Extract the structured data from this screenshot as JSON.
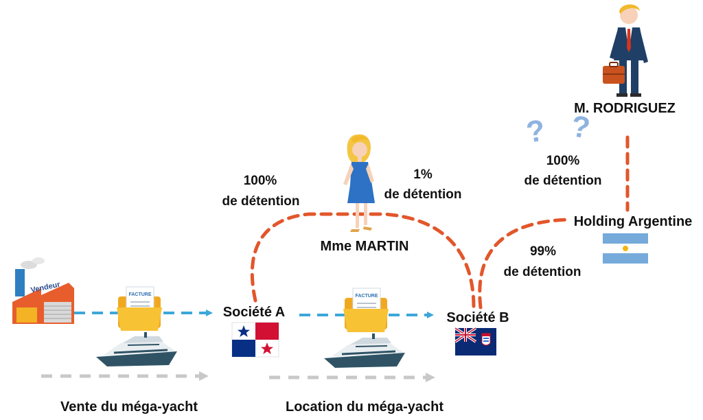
{
  "diagram": {
    "nodes": {
      "vendor": {
        "sign": "Vendeur"
      },
      "company_a": {
        "label": "Société A",
        "flag": "Panama"
      },
      "company_b": {
        "label": "Société B",
        "flag": "Cayman Islands"
      },
      "mme_martin": {
        "label": "Mme MARTIN"
      },
      "m_rodriguez": {
        "label": "M. RODRIGUEZ"
      },
      "holding": {
        "label": "Holding Argentine",
        "flag": "Argentina"
      }
    },
    "ownership": {
      "a_pct": "100%",
      "a_text": "de détention",
      "b_martin_pct": "1%",
      "b_martin_text": "de détention",
      "b_holding_pct": "99%",
      "b_holding_text": "de détention",
      "holding_pct": "100%",
      "holding_text": "de détention",
      "unknown_mark": "?"
    },
    "documents": {
      "invoice_1": "FACTURE",
      "invoice_2": "FACTURE"
    },
    "flows": {
      "sale": "Vente du méga-yacht",
      "rental": "Location du méga-yacht"
    },
    "colors": {
      "ownership_line": "#e2562b",
      "invoice_arrow": "#3ca7d9",
      "yacht_arrow": "#c8c8c8",
      "question_mark": "#8fb3e0",
      "yacht_hull": "#2f5365",
      "folder": "#f6b92b"
    }
  }
}
